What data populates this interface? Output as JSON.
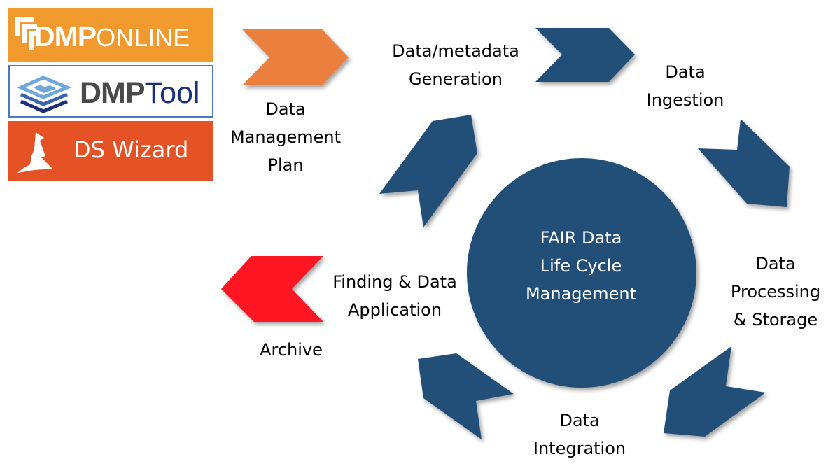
{
  "logos": {
    "dmponline": {
      "bold": "DMP",
      "light": "ONLINE",
      "bg_color": "#f39a2e"
    },
    "dmptool": {
      "bold": "DMP",
      "light": "Tool",
      "border_color": "#4a78c2"
    },
    "dswizard": {
      "text": "DS Wizard",
      "bg_color": "#e55225"
    }
  },
  "colors": {
    "cycle_blue": "#234f78",
    "plan_orange": "#eb7f3c",
    "archive_red": "#fe1220"
  },
  "center": {
    "lines": [
      "FAIR Data",
      "Life Cycle",
      "Management"
    ]
  },
  "stages": {
    "plan": {
      "lines": [
        "Data",
        "Management",
        "Plan"
      ]
    },
    "generation": {
      "lines": [
        "Data/metadata",
        "Generation"
      ]
    },
    "ingestion": {
      "lines": [
        "Data",
        "Ingestion"
      ]
    },
    "processing": {
      "lines": [
        "Data",
        "Processing",
        "& Storage"
      ]
    },
    "integration": {
      "lines": [
        "Data",
        "Integration"
      ]
    },
    "application": {
      "lines": [
        "Finding & Data",
        "Application"
      ]
    },
    "archive": {
      "lines": [
        "Archive"
      ]
    }
  }
}
